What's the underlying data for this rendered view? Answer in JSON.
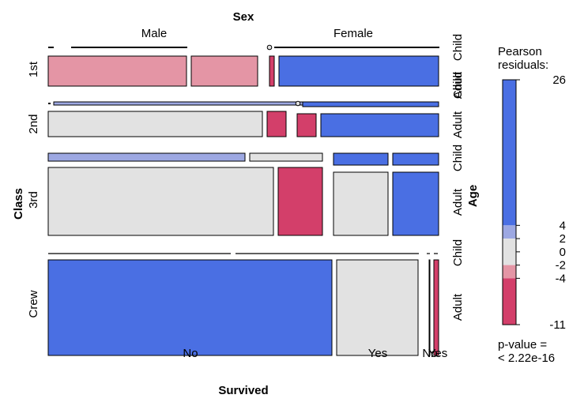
{
  "chart_data": {
    "type": "mosaic",
    "row_variable": "Class",
    "column_variable": "Sex",
    "bottom_variable": "Survived",
    "right_variable": "Age",
    "sex_levels": [
      "Male",
      "Female"
    ],
    "class_levels": [
      "1st",
      "2nd",
      "3rd",
      "Crew"
    ],
    "survived_levels": [
      "No",
      "Yes",
      "No",
      "Yes"
    ],
    "age_levels_right": [
      "Child",
      "Adult",
      "Child",
      "Adult",
      "Child",
      "Adult",
      "Child",
      "Adult"
    ],
    "legend": {
      "title": "Pearson\nresiduals:",
      "ticks": [
        "26",
        "4",
        "2",
        "0",
        "-2",
        "-4",
        "-11"
      ],
      "tick_values": [
        26,
        4,
        2,
        0,
        -2,
        -4,
        -11
      ],
      "range": [
        -11,
        26
      ],
      "pvalue_label": "p-value =\n< 2.22e-16"
    },
    "colors": {
      "strong_positive": "#4A6FE3",
      "weak_positive": "#9DA8E2",
      "neutral": "#E2E2E2",
      "weak_negative": "#E495A5",
      "strong_negative": "#D33F6A"
    },
    "tiles": [
      {
        "class": "1st",
        "sex": "Male",
        "age": "Child",
        "survived": "No",
        "shade": "neutral"
      },
      {
        "class": "1st",
        "sex": "Male",
        "age": "Child",
        "survived": "Yes",
        "shade": "weak_negative"
      },
      {
        "class": "1st",
        "sex": "Male",
        "age": "Adult",
        "survived": "No",
        "shade": "weak_negative"
      },
      {
        "class": "1st",
        "sex": "Male",
        "age": "Adult",
        "survived": "Yes",
        "shade": "weak_negative"
      },
      {
        "class": "1st",
        "sex": "Female",
        "age": "Child",
        "survived": "No",
        "shade": "neutral"
      },
      {
        "class": "1st",
        "sex": "Female",
        "age": "Child",
        "survived": "Yes",
        "shade": "neutral"
      },
      {
        "class": "1st",
        "sex": "Female",
        "age": "Adult",
        "survived": "No",
        "shade": "strong_negative"
      },
      {
        "class": "1st",
        "sex": "Female",
        "age": "Adult",
        "survived": "Yes",
        "shade": "strong_positive"
      },
      {
        "class": "2nd",
        "sex": "Male",
        "age": "Child",
        "survived": "No",
        "shade": "neutral"
      },
      {
        "class": "2nd",
        "sex": "Male",
        "age": "Child",
        "survived": "Yes",
        "shade": "weak_positive"
      },
      {
        "class": "2nd",
        "sex": "Male",
        "age": "Adult",
        "survived": "No",
        "shade": "neutral"
      },
      {
        "class": "2nd",
        "sex": "Male",
        "age": "Adult",
        "survived": "Yes",
        "shade": "strong_negative"
      },
      {
        "class": "2nd",
        "sex": "Female",
        "age": "Child",
        "survived": "No",
        "shade": "neutral"
      },
      {
        "class": "2nd",
        "sex": "Female",
        "age": "Child",
        "survived": "Yes",
        "shade": "strong_positive"
      },
      {
        "class": "2nd",
        "sex": "Female",
        "age": "Adult",
        "survived": "No",
        "shade": "strong_negative"
      },
      {
        "class": "2nd",
        "sex": "Female",
        "age": "Adult",
        "survived": "Yes",
        "shade": "strong_positive"
      },
      {
        "class": "3rd",
        "sex": "Male",
        "age": "Child",
        "survived": "No",
        "shade": "weak_positive"
      },
      {
        "class": "3rd",
        "sex": "Male",
        "age": "Child",
        "survived": "Yes",
        "shade": "neutral"
      },
      {
        "class": "3rd",
        "sex": "Male",
        "age": "Adult",
        "survived": "No",
        "shade": "neutral"
      },
      {
        "class": "3rd",
        "sex": "Male",
        "age": "Adult",
        "survived": "Yes",
        "shade": "strong_negative"
      },
      {
        "class": "3rd",
        "sex": "Female",
        "age": "Child",
        "survived": "No",
        "shade": "strong_positive"
      },
      {
        "class": "3rd",
        "sex": "Female",
        "age": "Child",
        "survived": "Yes",
        "shade": "strong_positive"
      },
      {
        "class": "3rd",
        "sex": "Female",
        "age": "Adult",
        "survived": "No",
        "shade": "neutral"
      },
      {
        "class": "3rd",
        "sex": "Female",
        "age": "Adult",
        "survived": "Yes",
        "shade": "strong_positive"
      },
      {
        "class": "Crew",
        "sex": "Male",
        "age": "Adult",
        "survived": "No",
        "shade": "strong_positive"
      },
      {
        "class": "Crew",
        "sex": "Male",
        "age": "Adult",
        "survived": "Yes",
        "shade": "neutral"
      },
      {
        "class": "Crew",
        "sex": "Female",
        "age": "Adult",
        "survived": "No",
        "shade": "neutral"
      },
      {
        "class": "Crew",
        "sex": "Female",
        "age": "Adult",
        "survived": "Yes",
        "shade": "strong_negative"
      }
    ]
  }
}
